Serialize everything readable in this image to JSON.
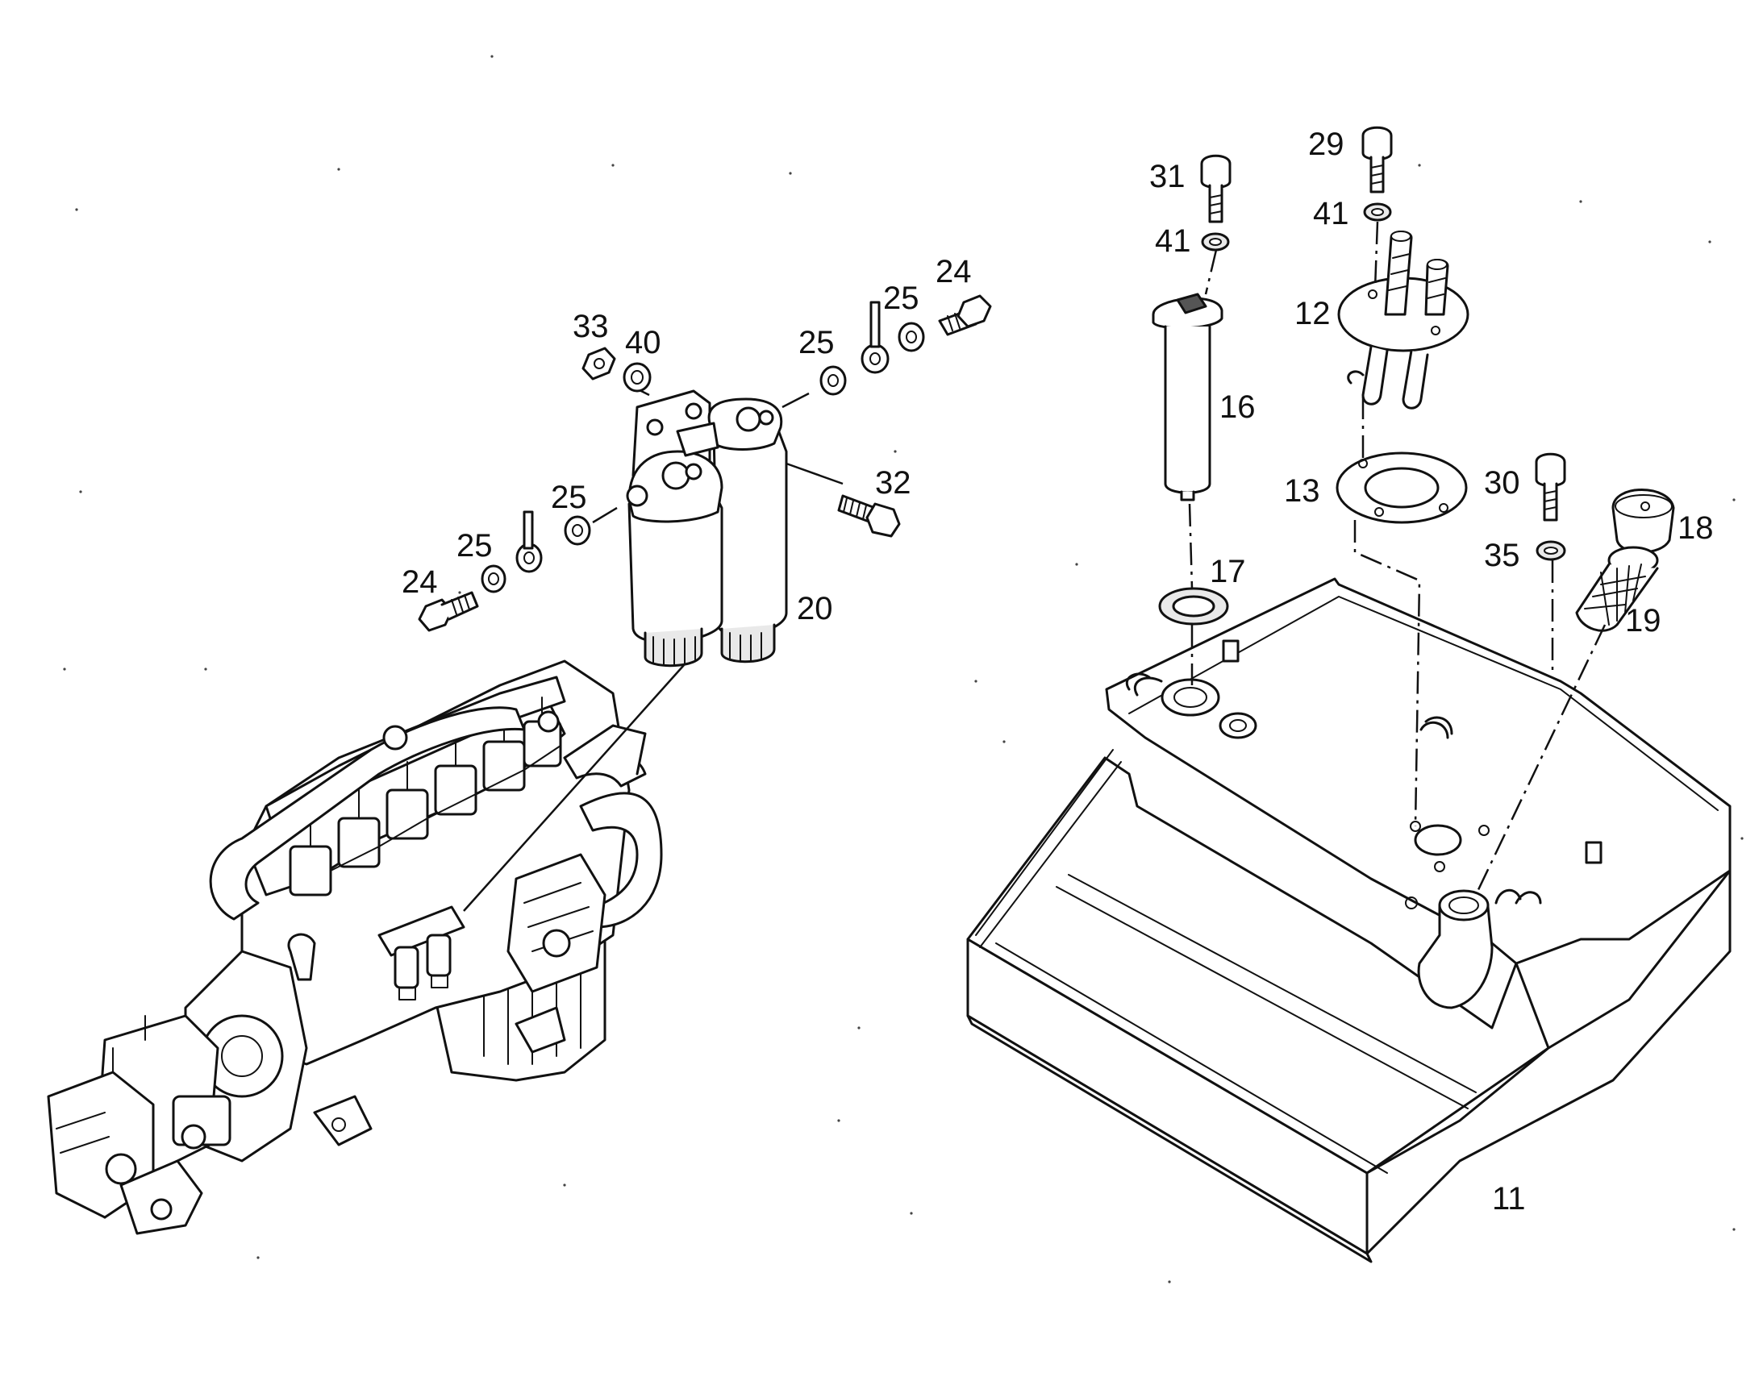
{
  "callouts": {
    "c11": "11",
    "c12": "12",
    "c13": "13",
    "c16": "16",
    "c17": "17",
    "c18": "18",
    "c19": "19",
    "c20": "20",
    "c24a": "24",
    "c24b": "24",
    "c25a": "25",
    "c25b": "25",
    "c25c": "25",
    "c25d": "25",
    "c29": "29",
    "c30": "30",
    "c31": "31",
    "c32": "32",
    "c33": "33",
    "c35": "35",
    "c40": "40",
    "c41a": "41",
    "c41b": "41"
  }
}
